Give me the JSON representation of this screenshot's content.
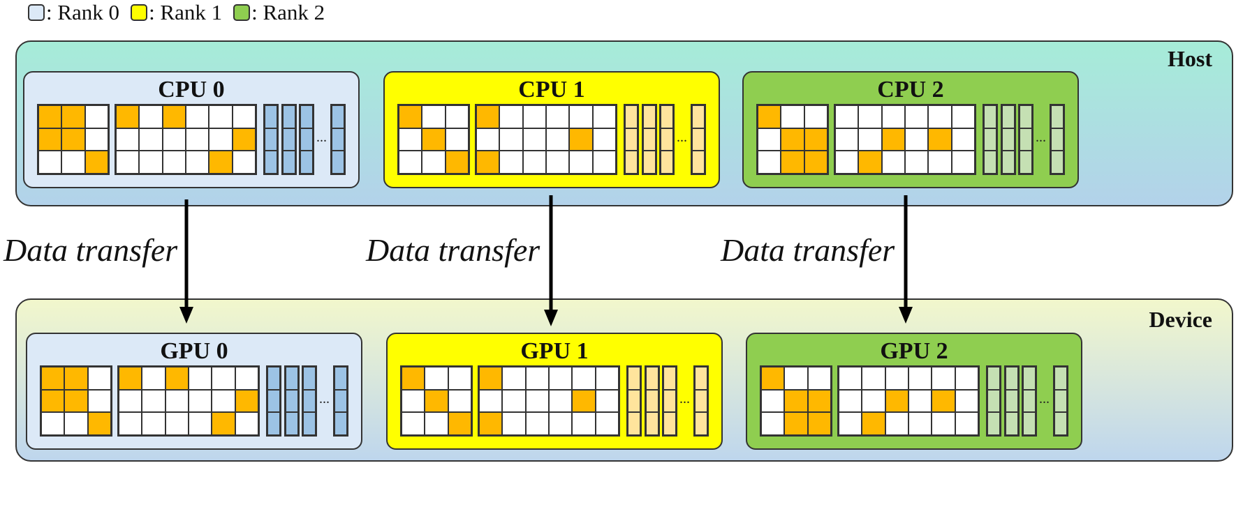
{
  "legend": [
    {
      "label": ": Rank 0",
      "color": "#dce9f7"
    },
    {
      "label": ": Rank 1",
      "color": "#ffff00"
    },
    {
      "label": ": Rank 2",
      "color": "#8fce50"
    }
  ],
  "host": {
    "label": "Host"
  },
  "device": {
    "label": "Device"
  },
  "transfer_label": "Data transfer",
  "colors": {
    "filled_cell": "#ffb800",
    "rank0_vector": "#9cc3e5",
    "rank1_vector": "#ffe49c",
    "rank2_vector": "#c5e0b3"
  },
  "host_units": [
    {
      "title": "CPU 0",
      "rank": 0
    },
    {
      "title": "CPU 1",
      "rank": 1
    },
    {
      "title": "CPU 2",
      "rank": 2
    }
  ],
  "device_units": [
    {
      "title": "GPU 0",
      "rank": 0
    },
    {
      "title": "GPU 1",
      "rank": 1
    },
    {
      "title": "GPU 2",
      "rank": 2
    }
  ],
  "matrices": {
    "rank0": {
      "diag": [
        [
          1,
          1,
          0
        ],
        [
          1,
          1,
          0
        ],
        [
          0,
          0,
          1
        ]
      ],
      "offd": [
        [
          1,
          0,
          1,
          0,
          0,
          0
        ],
        [
          0,
          0,
          0,
          0,
          0,
          1
        ],
        [
          0,
          0,
          0,
          0,
          1,
          0
        ]
      ]
    },
    "rank1": {
      "diag": [
        [
          1,
          0,
          0
        ],
        [
          0,
          1,
          0
        ],
        [
          0,
          0,
          1
        ]
      ],
      "offd": [
        [
          1,
          0,
          0,
          0,
          0,
          0
        ],
        [
          0,
          0,
          0,
          0,
          1,
          0
        ],
        [
          1,
          0,
          0,
          0,
          0,
          0
        ]
      ]
    },
    "rank2": {
      "diag": [
        [
          1,
          0,
          0
        ],
        [
          0,
          1,
          1
        ],
        [
          0,
          1,
          1
        ]
      ],
      "offd": [
        [
          0,
          0,
          0,
          0,
          0,
          0
        ],
        [
          0,
          0,
          1,
          0,
          1,
          0
        ],
        [
          0,
          1,
          0,
          0,
          0,
          0
        ]
      ]
    }
  },
  "vector_ellipsis": "..."
}
